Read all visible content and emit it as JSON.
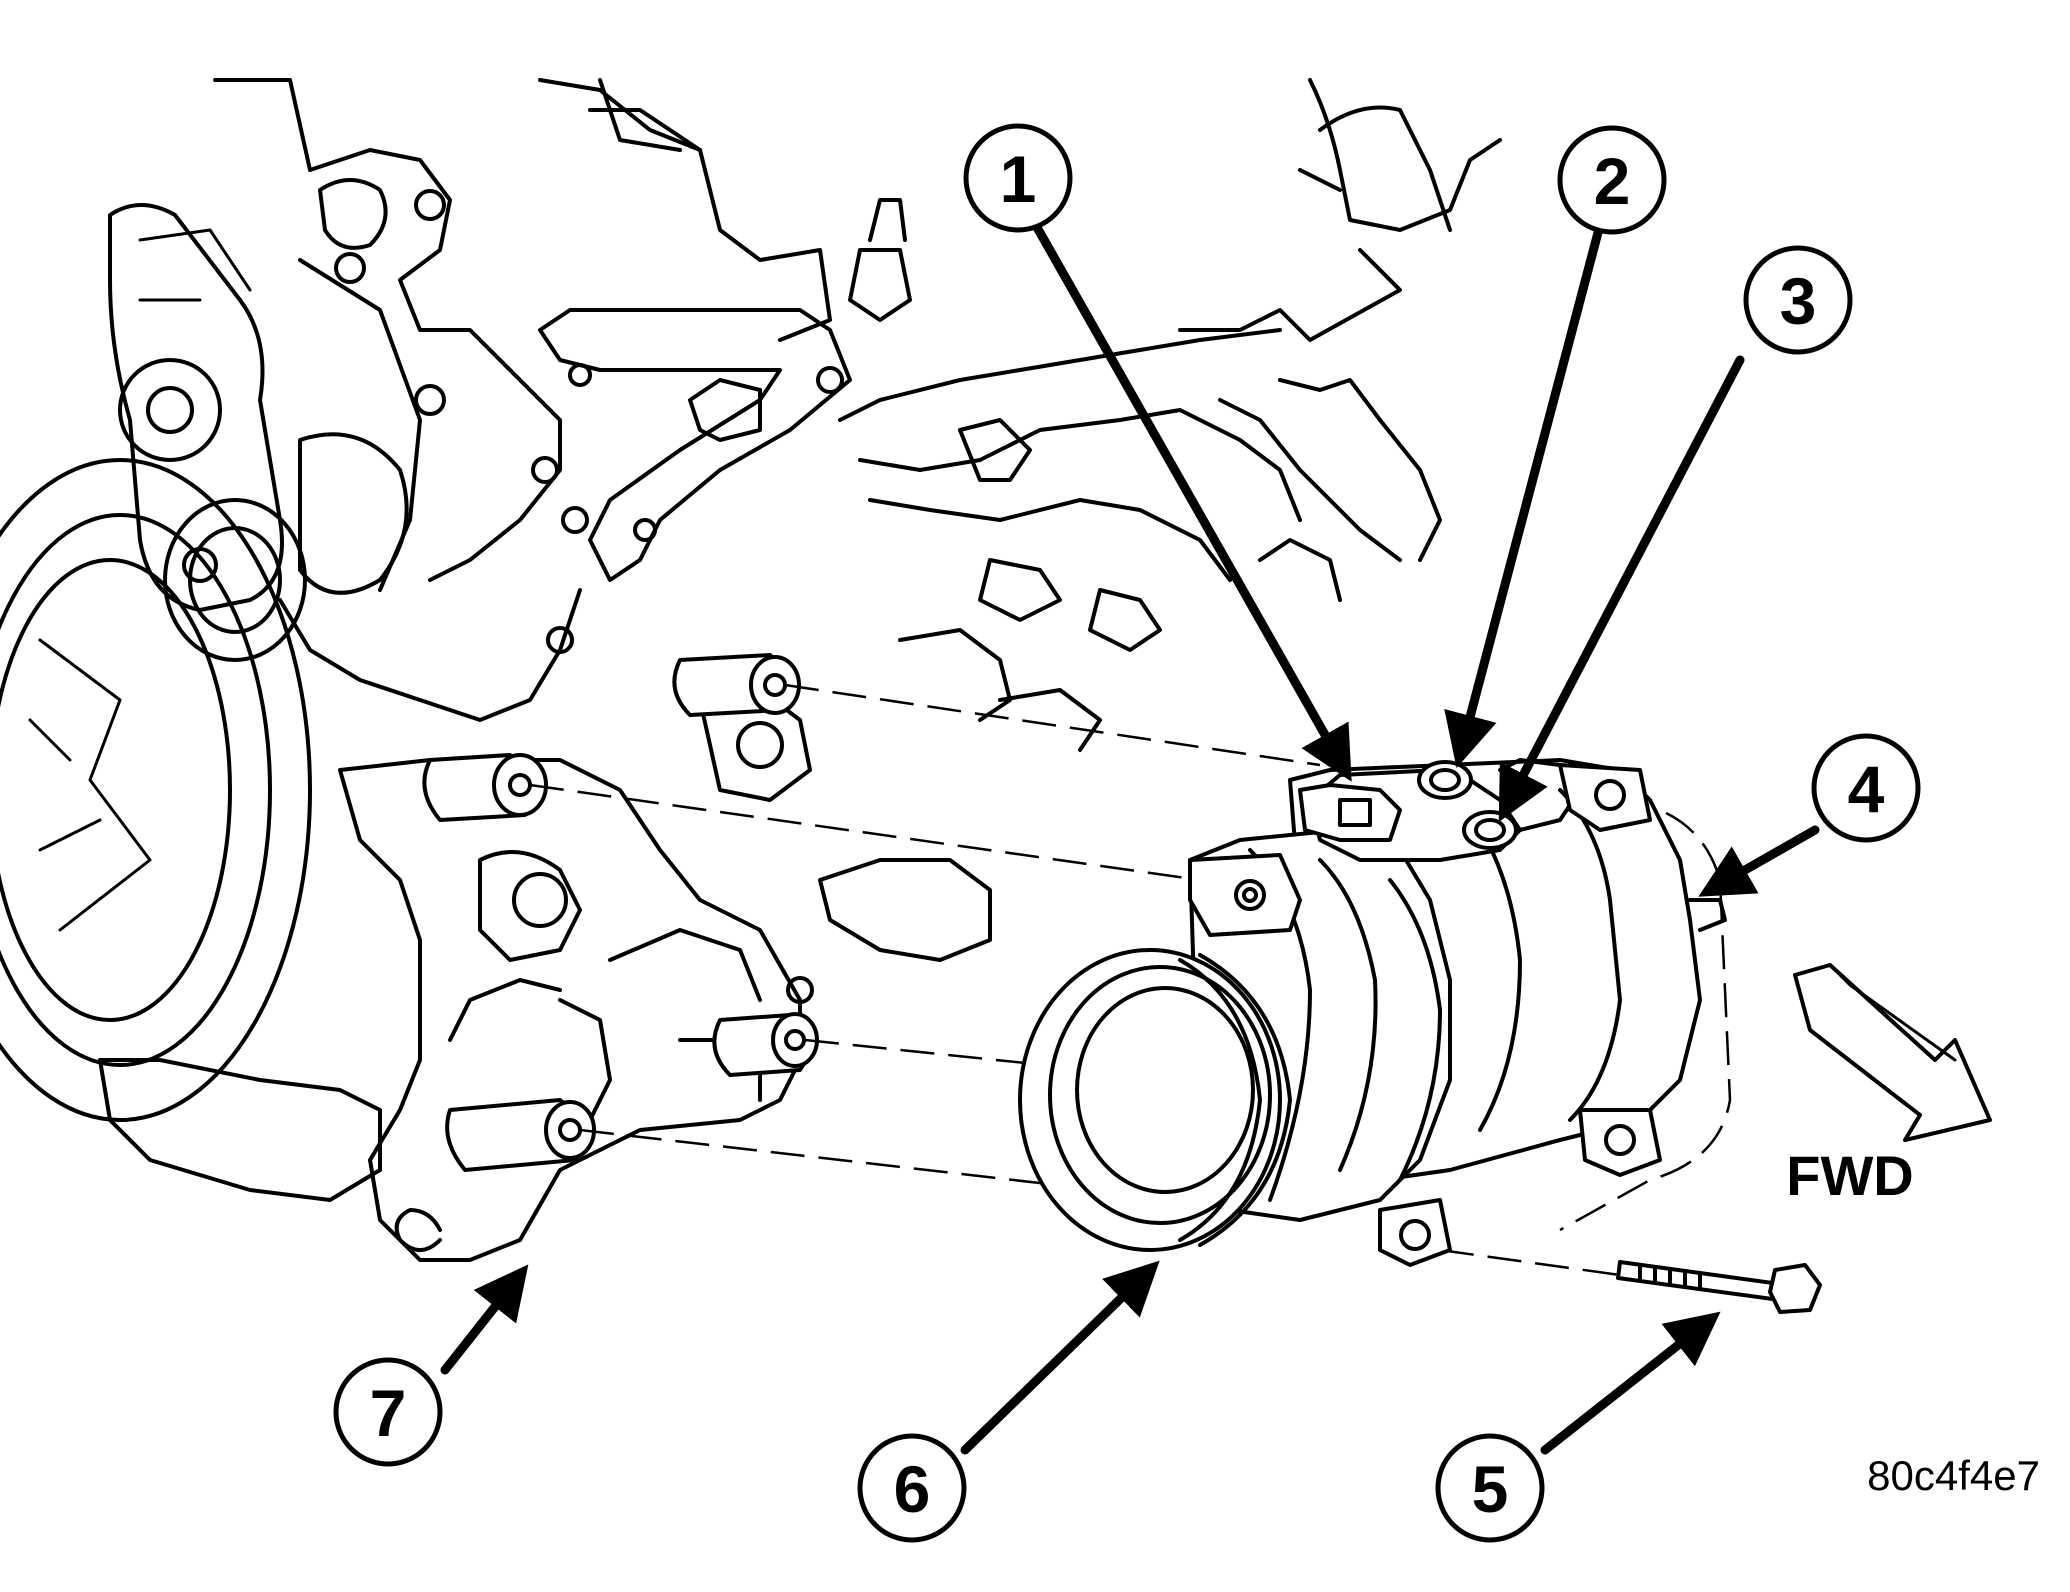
{
  "callouts": [
    {
      "number": "1"
    },
    {
      "number": "2"
    },
    {
      "number": "3"
    },
    {
      "number": "4"
    },
    {
      "number": "5"
    },
    {
      "number": "6"
    },
    {
      "number": "7"
    }
  ],
  "direction_label": "FWD",
  "figure_code": "80c4f4e7"
}
